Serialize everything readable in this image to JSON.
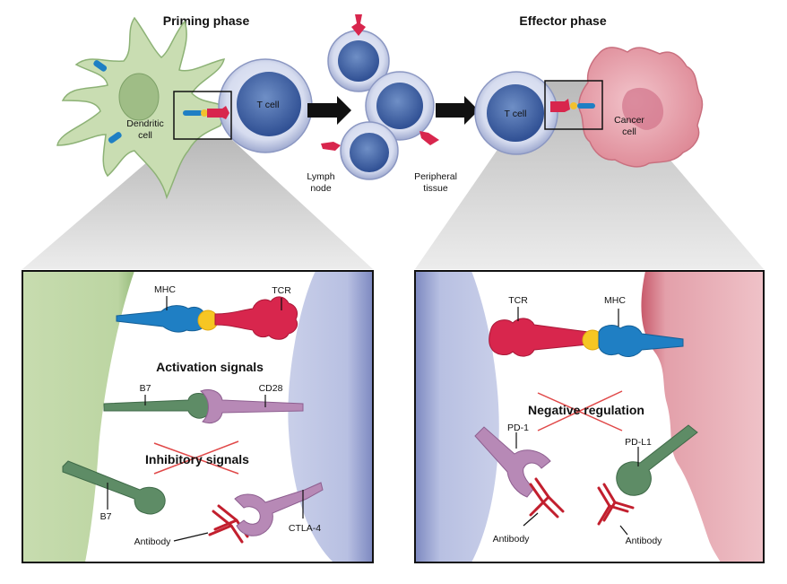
{
  "top": {
    "priming_title": "Priming phase",
    "effector_title": "Effector phase",
    "dendritic_label_1": "Dendritic",
    "dendritic_label_2": "cell",
    "tcell_label_left": "T cell",
    "tcell_label_right": "T cell",
    "lymph_label_1": "Lymph",
    "lymph_label_2": "node",
    "peripheral_label_1": "Peripheral",
    "peripheral_label_2": "tissue",
    "cancer_label_1": "Cancer",
    "cancer_label_2": "cell"
  },
  "left_panel": {
    "mhc": "MHC",
    "tcr": "TCR",
    "activation": "Activation signals",
    "b7_top": "B7",
    "cd28": "CD28",
    "inhibitory": "Inhibitory signals",
    "b7_bottom": "B7",
    "antibody": "Antibody",
    "ctla4": "CTLA-4"
  },
  "right_panel": {
    "tcr": "TCR",
    "mhc": "MHC",
    "negative": "Negative regulation",
    "pd1": "PD-1",
    "pdl1": "PD-L1",
    "antibody_left": "Antibody",
    "antibody_right": "Antibody"
  },
  "colors": {
    "dendritic_green": "#c8dcb0",
    "tcell_blue": "#4a6fae",
    "cancer_pink": "#e49aa4",
    "receptor_red": "#d8264d",
    "mhc_blue": "#1f7fc4",
    "b7_green": "#5e8c66",
    "cd28_purple": "#b789b6",
    "antibody_red": "#c21f2e",
    "cross_red": "#e04848"
  }
}
